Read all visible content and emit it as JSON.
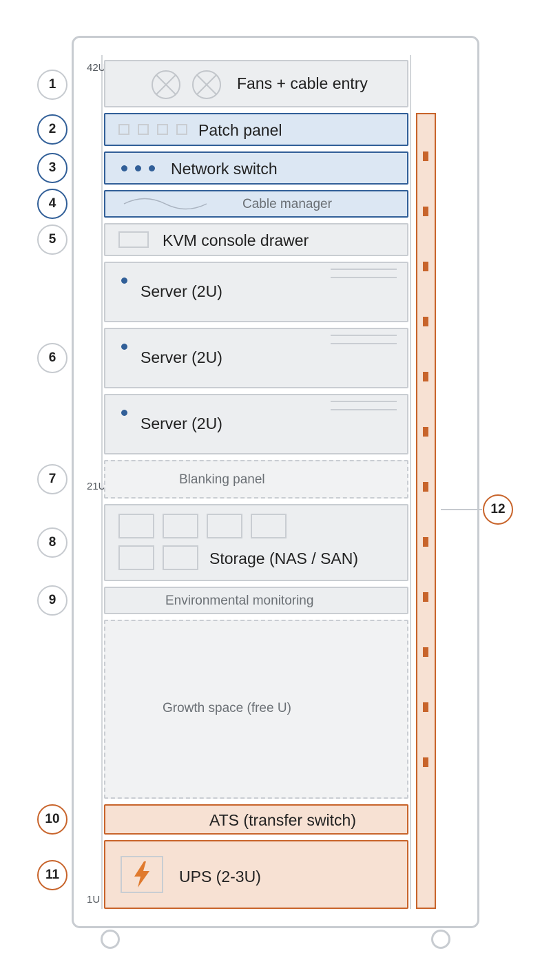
{
  "rack": {
    "u_labels": {
      "top": "42U",
      "middle": "21U",
      "bottom": "1U"
    }
  },
  "callouts": [
    "1",
    "2",
    "3",
    "4",
    "5",
    "6",
    "7",
    "8",
    "9",
    "10",
    "11",
    "12"
  ],
  "units": {
    "fans": "Fans + cable entry",
    "patch_panel": "Patch panel",
    "network_switch": "Network switch",
    "cable_manager": "Cable manager",
    "kvm": "KVM console drawer",
    "server_1": "Server (2U)",
    "server_2": "Server (2U)",
    "server_3": "Server (2U)",
    "blanking": "Blanking panel",
    "storage": "Storage (NAS / SAN)",
    "environmental": "Environmental monitoring",
    "growth": "Growth space (free U)",
    "ats": "ATS (transfer switch)",
    "ups": "UPS (2-3U)"
  },
  "colors": {
    "network_fill": "#dce7f3",
    "network_stroke": "#315f98",
    "power_fill": "#f7e1d3",
    "power_stroke": "#c8642b",
    "neutral_fill": "#eceef0",
    "neutral_stroke": "#c9cdd2"
  },
  "icons": {
    "fan": "fan-icon",
    "power": "lightning-bolt-icon"
  }
}
